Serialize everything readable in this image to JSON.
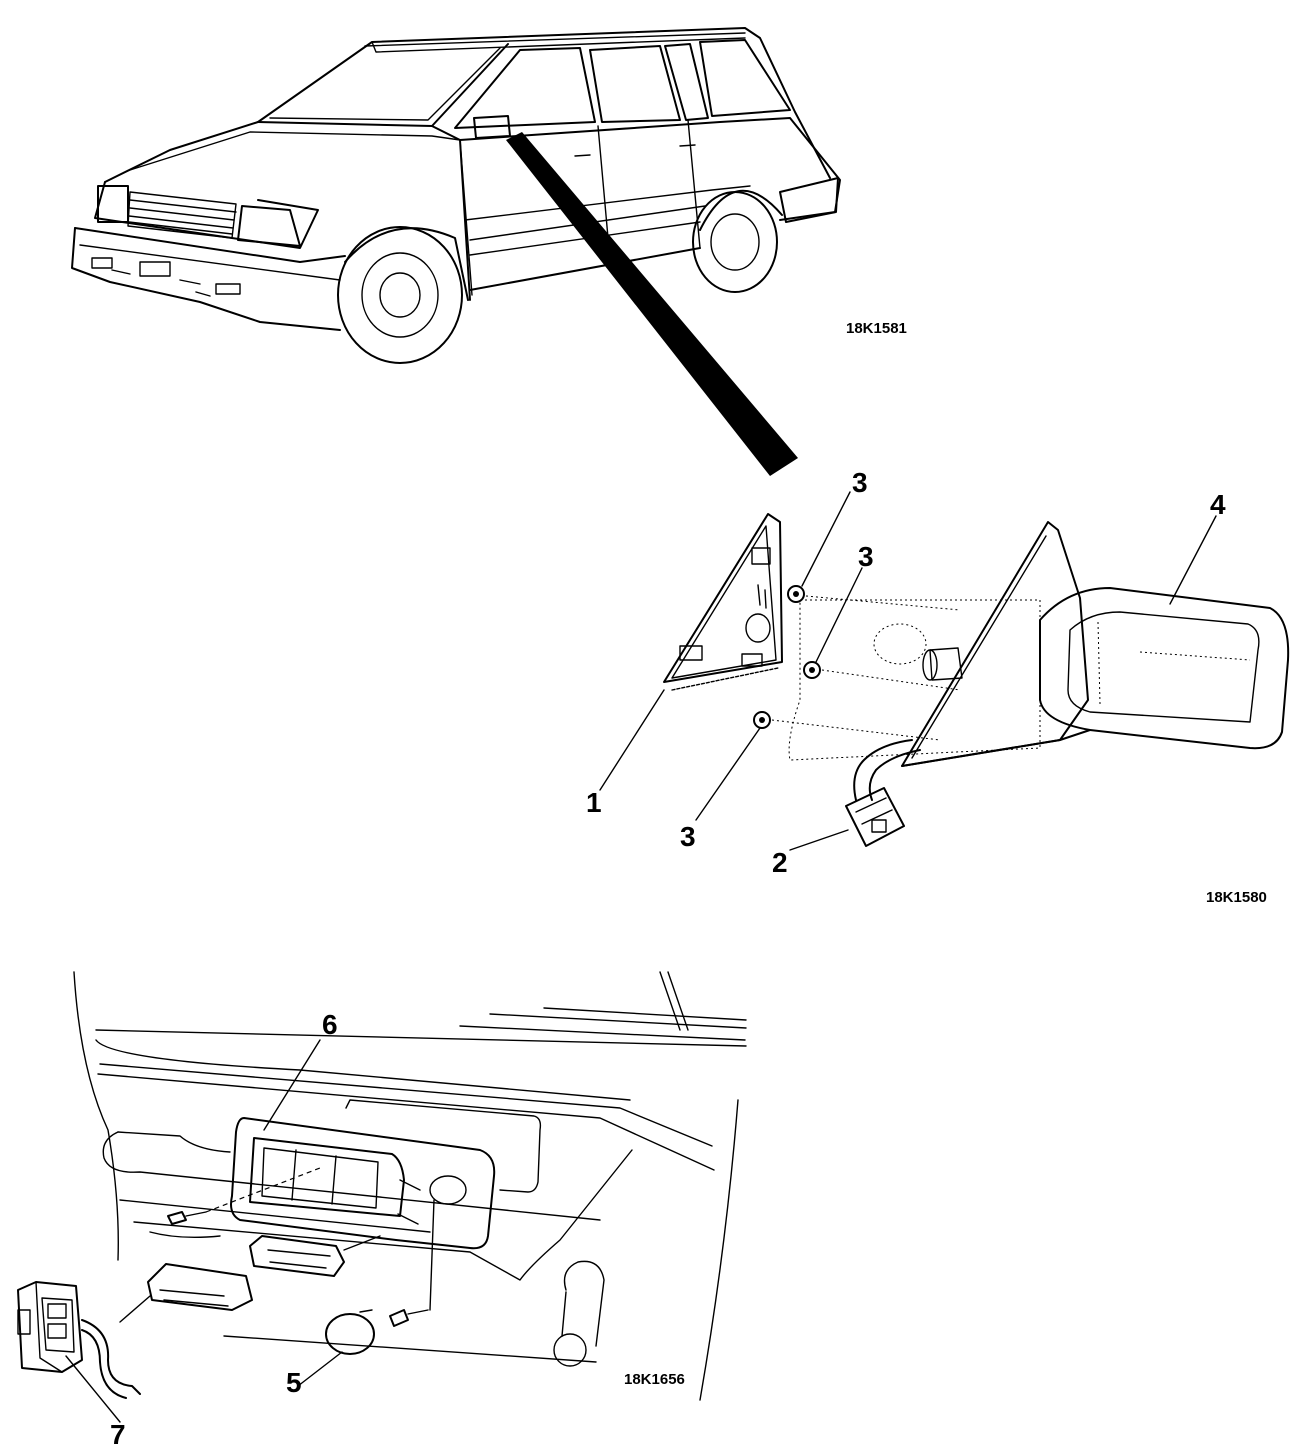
{
  "figures": {
    "car_view": {
      "ref_code": "18K1581"
    },
    "mirror_exploded": {
      "ref_code": "18K1580"
    },
    "door_switch": {
      "ref_code": "18K1656"
    }
  },
  "callouts": {
    "c1": "1",
    "c2": "2",
    "c3a": "3",
    "c3b": "3",
    "c3c": "3",
    "c4": "4",
    "c5": "5",
    "c6": "6",
    "c7": "7"
  }
}
